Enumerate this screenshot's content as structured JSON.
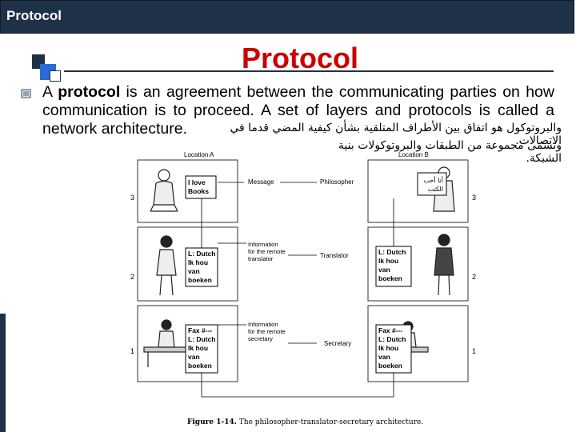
{
  "window": {
    "title": "Protocol"
  },
  "slide": {
    "title": "Protocol",
    "body_pre": "A ",
    "body_bold": "protocol",
    "body_post": " is an agreement between the communicating parties on how communication is to proceed. A set of layers and protocols is called a network architecture.",
    "arabic_line1": "والبروتوكول هو اتفاق بين الأطراف المتلقية بشأن كيفية المضي قدما في الاتصالات.",
    "arabic_line2": "وتسمى مجموعة من الطبقات والبروتوكولات بنية الشبكة."
  },
  "figure": {
    "location_a": "Location A",
    "location_b": "Location B",
    "layer_numbers": [
      "3",
      "2",
      "1"
    ],
    "left_box_l3": [
      "I love",
      "Books"
    ],
    "left_box_l2": [
      "L: Dutch",
      "Ik hou",
      "van",
      "boeken"
    ],
    "left_box_l1": [
      "Fax #---",
      "L: Dutch",
      "Ik hou",
      "van",
      "boeken"
    ],
    "right_box_l3": [
      "أنا أحب",
      "الكتب"
    ],
    "right_box_l2": [
      "L: Dutch",
      "Ik hou",
      "van",
      "boeken"
    ],
    "right_box_l1": [
      "Fax #---",
      "L: Dutch",
      "Ik hou",
      "van",
      "boeken"
    ],
    "label_message": "Message",
    "label_philosopher": "Philosopher",
    "label_info_translator": [
      "Information",
      "for the remote",
      "translator"
    ],
    "label_translator": "Translator",
    "label_info_secretary": [
      "Information",
      "for the remote",
      "secretary"
    ],
    "label_secretary": "Secretary",
    "caption_bold": "Figure 1-14.",
    "caption_text": " The philosopher-translator-secretary architecture."
  },
  "colors": {
    "titlebar": "#1f3147",
    "title_red": "#cc0000",
    "accent_blue": "#2a6bd6"
  }
}
